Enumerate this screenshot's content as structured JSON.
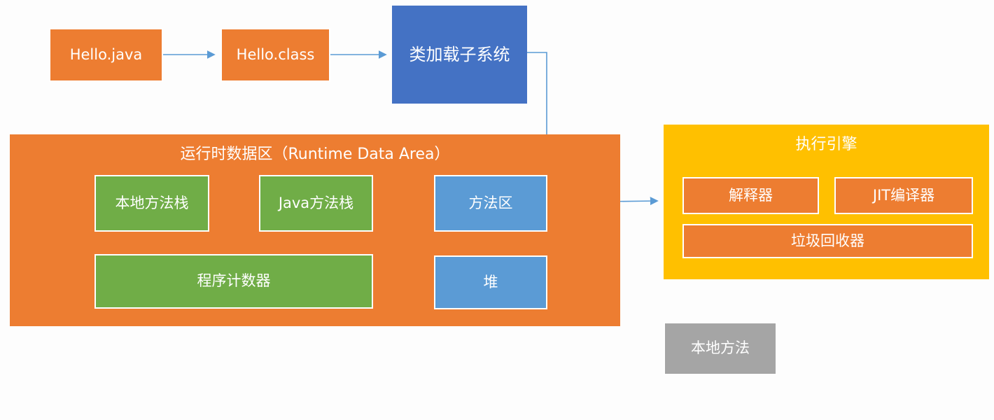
{
  "diagram_title": "JVM 架构图 (JVM architecture diagram)",
  "colors": {
    "orange": "#ED7D31",
    "dark_blue": "#4472C4",
    "green": "#70AD47",
    "light_blue": "#5B9BD5",
    "yellow": "#FFC000",
    "gray": "#A5A5A5",
    "arrow": "#5B9BD5",
    "text": "#FFFFFF"
  },
  "nodes": {
    "hello_java": {
      "label": "Hello.java"
    },
    "hello_class": {
      "label": "Hello.class"
    },
    "class_loader": {
      "label": "类加载子系统"
    },
    "runtime_area": {
      "label": "运行时数据区（Runtime Data Area）"
    },
    "native_method_stack": {
      "label": "本地方法栈"
    },
    "java_method_stack": {
      "label": "Java方法栈"
    },
    "method_area": {
      "label": "方法区"
    },
    "pc_register": {
      "label": "程序计数器"
    },
    "heap": {
      "label": "堆"
    },
    "execution_engine": {
      "label": "执行引擎"
    },
    "interpreter": {
      "label": "解释器"
    },
    "jit_compiler": {
      "label": "JIT编译器"
    },
    "garbage_collector": {
      "label": "垃圾回收器"
    },
    "native_method": {
      "label": "本地方法"
    }
  },
  "edges": [
    {
      "from": "hello_java",
      "to": "hello_class"
    },
    {
      "from": "hello_class",
      "to": "class_loader"
    },
    {
      "from": "class_loader",
      "to": "method_area"
    },
    {
      "from": "method_area",
      "to": "execution_engine"
    }
  ]
}
